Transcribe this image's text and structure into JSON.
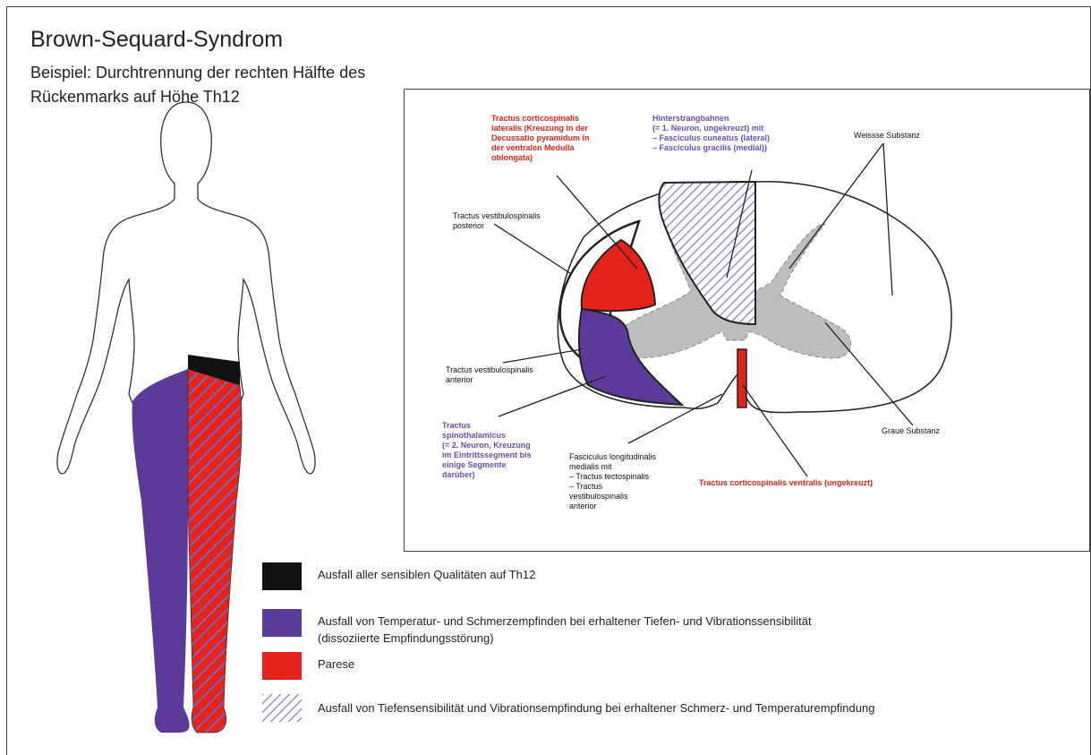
{
  "title": "Brown-Sequard-Syndrom",
  "subtitle": {
    "line1": "Beispiel: Durchtrennung der rechten Hälfte des",
    "line2": "Rückenmarks auf Höhe Th12"
  },
  "colors": {
    "black": "#111111",
    "purple": "#5b3a9a",
    "red": "#e4241a",
    "lilac_hatch": "#8a78cf",
    "gray_matter": "#bdbdbd"
  },
  "section_labels": {
    "tcs_lateralis": [
      "Tractus corticospinalis",
      "lateralis (Kreuzung in der",
      "Decussatio pyramidum in",
      "der ventralen Medulla",
      "oblongata)"
    ],
    "hinterstrang": [
      "Hinterstrangbahnen",
      "(= 1. Neuron, ungekreuzt) mit",
      "–  Fasciculus cuneatus (lateral)",
      "–  Fasciculus gracilis (medial))"
    ],
    "weisse_substanz": "Weissse Substanz",
    "tvs_posterior": [
      "Tractus vestibulospinalis",
      "posterior"
    ],
    "tvs_anterior": [
      "Tractus vestibulospinalis",
      "anterior"
    ],
    "spinothalamicus": [
      "Tractus",
      "spinothalamicus",
      "(= 2. Neuron, Kreuzung",
      "im Eintrittssegment bis",
      "einige Segmente",
      "darüber)"
    ],
    "flm": [
      "Fasciculus longitudinalis",
      "medialis mit",
      "–  Tractus tectospinalis",
      "–  Tractus",
      "    vestibulospinalis",
      "    anterior"
    ],
    "graue_substanz": "Graue Substanz",
    "tcs_ventralis": "Tractus corticospinalis ventralis (ungekreuzt)"
  },
  "legend": [
    {
      "swatch": "black",
      "lines": [
        "Ausfall aller sensiblen Qualitäten auf Th12"
      ]
    },
    {
      "swatch": "purple",
      "lines": [
        "Ausfall von Temperatur- und Schmerzempfinden bei erhaltener Tiefen- und Vibrationssensibilität",
        "(dissoziierte Empfindungsstörung)"
      ]
    },
    {
      "swatch": "red",
      "lines": [
        "Parese"
      ]
    },
    {
      "swatch": "hatch",
      "lines": [
        "Ausfall von Tiefensensibilität und Vibrationsempfindung bei erhaltener Schmerz- und Temperaturempfindung"
      ]
    }
  ]
}
